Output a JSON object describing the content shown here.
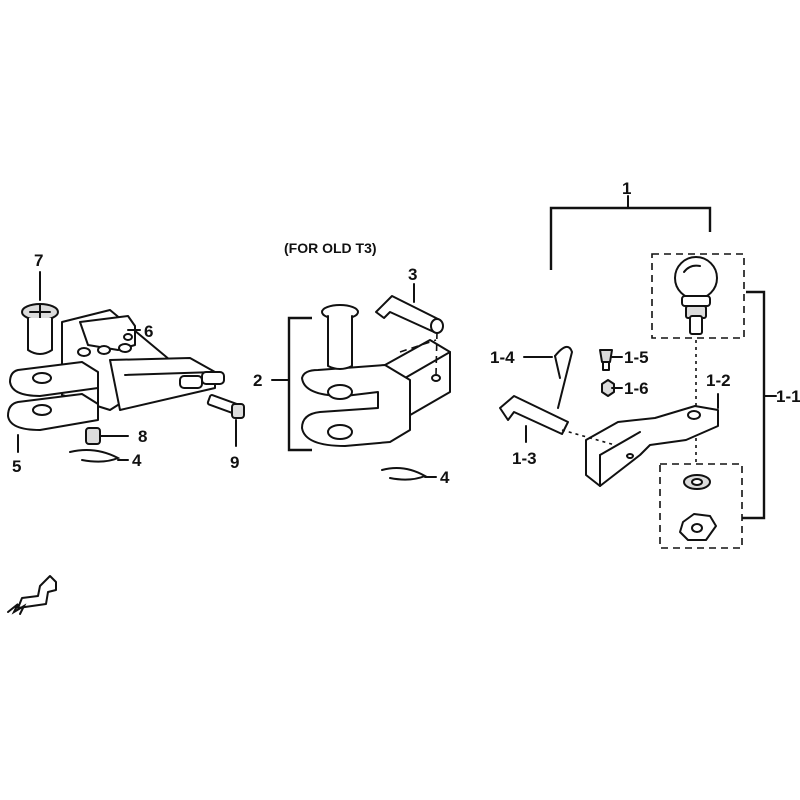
{
  "note": "(FOR OLD T3)",
  "callouts": {
    "c1": "1",
    "c1_1": "1-1",
    "c1_2": "1-2",
    "c1_3": "1-3",
    "c1_4": "1-4",
    "c1_5": "1-5",
    "c1_6": "1-6",
    "c2": "2",
    "c3": "3",
    "c4a": "4",
    "c4b": "4",
    "c5": "5",
    "c6": "6",
    "c7": "7",
    "c8": "8",
    "c9": "9"
  }
}
